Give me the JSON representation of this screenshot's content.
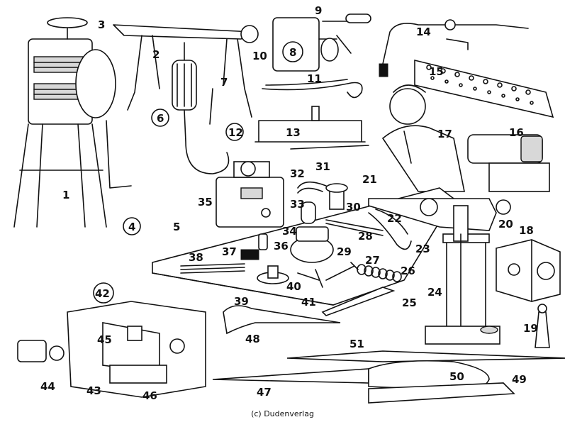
{
  "caption": "(c) Dudenverlag",
  "labels": [
    "1",
    "2",
    "3",
    "4",
    "5",
    "6",
    "7",
    "8",
    "9",
    "10",
    "11",
    "12",
    "13",
    "14",
    "15",
    "16",
    "17",
    "18",
    "19",
    "20",
    "21",
    "22",
    "23",
    "24",
    "25",
    "26",
    "27",
    "28",
    "29",
    "30",
    "31",
    "32",
    "33",
    "34",
    "35",
    "36",
    "37",
    "38",
    "39",
    "40",
    "41",
    "42",
    "43",
    "44",
    "45",
    "46",
    "47",
    "48",
    "49",
    "50",
    "51"
  ]
}
